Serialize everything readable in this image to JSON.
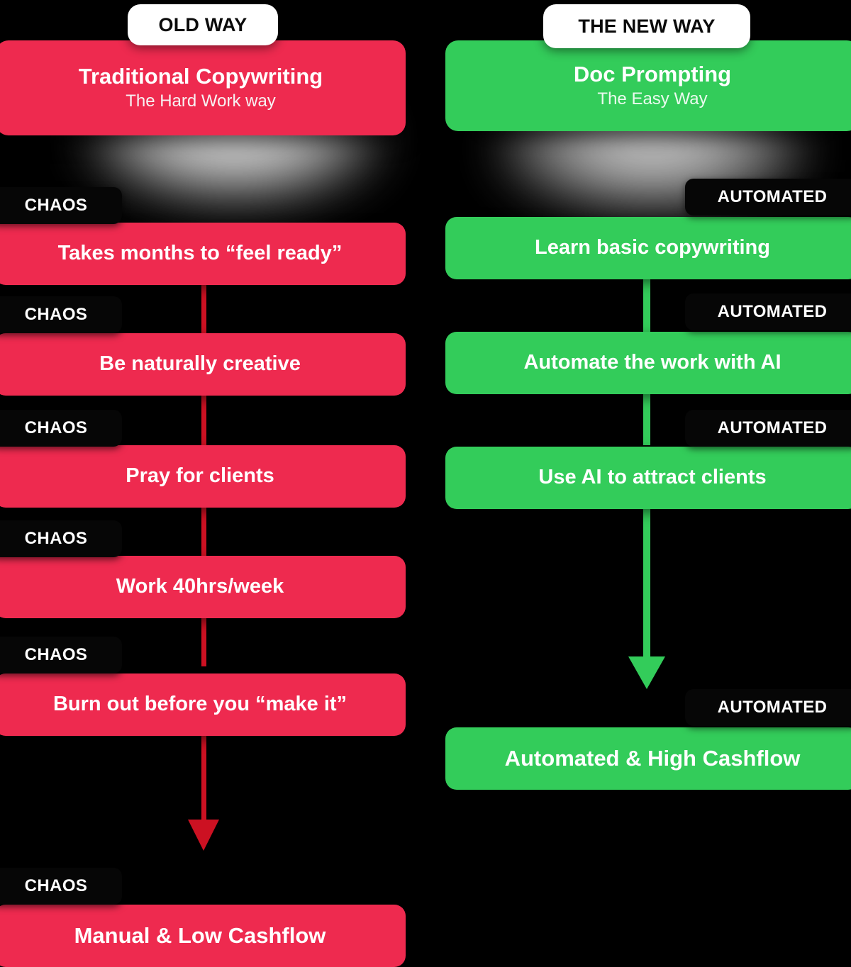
{
  "theme": {
    "background": "#000000",
    "red": "#ee2a4f",
    "red_dark": "#cc1122",
    "green": "#33cc5a",
    "badge_bg": "#060606",
    "tab_bg": "#ffffff",
    "text_light": "#ffffff"
  },
  "columns": [
    {
      "id": "old-way",
      "tab_label": "OLD WAY",
      "header": {
        "title": "Traditional Copywriting",
        "subtitle": "The Hard Work way"
      },
      "badge_label": "CHAOS",
      "steps": [
        {
          "badge": "CHAOS",
          "label": "Takes months to “feel ready”"
        },
        {
          "badge": "CHAOS",
          "label": "Be naturally creative"
        },
        {
          "badge": "CHAOS",
          "label": "Pray for clients"
        },
        {
          "badge": "CHAOS",
          "label": "Work 40hrs/week"
        },
        {
          "badge": "CHAOS",
          "label": "Burn out before you “make it”"
        }
      ],
      "outcome": {
        "badge": "CHAOS",
        "label": "Manual & Low Cashflow"
      }
    },
    {
      "id": "new-way",
      "tab_label": "THE NEW WAY",
      "header": {
        "title": "Doc Prompting",
        "subtitle": "The Easy Way"
      },
      "badge_label": "AUTOMATED",
      "steps": [
        {
          "badge": "AUTOMATED",
          "label": "Learn basic copywriting"
        },
        {
          "badge": "AUTOMATED",
          "label": "Automate the work with AI"
        },
        {
          "badge": "AUTOMATED",
          "label": "Use AI to attract clients"
        }
      ],
      "outcome": {
        "badge": "AUTOMATED",
        "label": "Automated & High Cashflow"
      }
    }
  ]
}
